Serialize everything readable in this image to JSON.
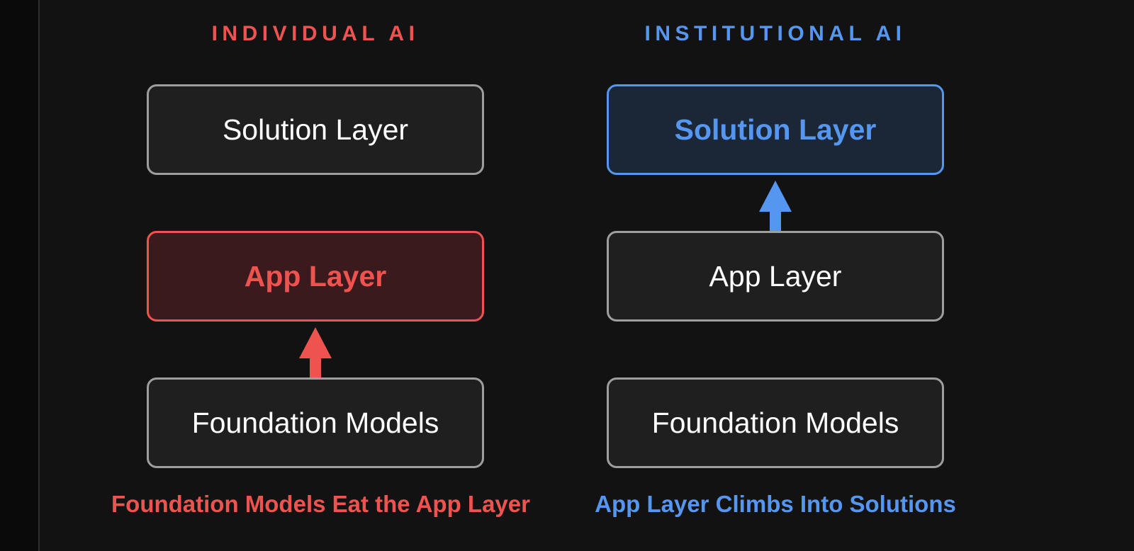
{
  "canvas": {
    "background": "#121212",
    "gutter_background": "#0a0a0a",
    "divider_color": "#2e2e2e"
  },
  "theme": {
    "red": "#ef5350",
    "blue": "#5596f0",
    "neutral_border": "#9e9e9e",
    "neutral_fill": "#1f1f1f",
    "red_fill": "#3a1a1d",
    "blue_fill": "#1b2736",
    "text_white": "#ffffff"
  },
  "columns": [
    {
      "id": "individual-ai",
      "heading": "INDIVIDUAL AI",
      "accent": "#ef5350",
      "boxes": [
        {
          "label": "Solution Layer",
          "style": "neutral",
          "row": 1
        },
        {
          "label": "App Layer",
          "style": "red",
          "row": 2
        },
        {
          "label": "Foundation Models",
          "style": "neutral",
          "row": 3
        }
      ],
      "arrow": {
        "name": "upward-arrow-red",
        "color": "#ef5350",
        "from": "Foundation Models",
        "to": "App Layer"
      },
      "caption": "Foundation Models Eat the App Layer"
    },
    {
      "id": "institutional-ai",
      "heading": "INSTITUTIONAL AI",
      "accent": "#5596f0",
      "boxes": [
        {
          "label": "Solution Layer",
          "style": "blue",
          "row": 1
        },
        {
          "label": "App Layer",
          "style": "neutral",
          "row": 2
        },
        {
          "label": "Foundation Models",
          "style": "neutral",
          "row": 3
        }
      ],
      "arrow": {
        "name": "upward-arrow-blue",
        "color": "#5596f0",
        "from": "App Layer",
        "to": "Solution Layer"
      },
      "caption": "App Layer Climbs Into Solutions"
    }
  ]
}
